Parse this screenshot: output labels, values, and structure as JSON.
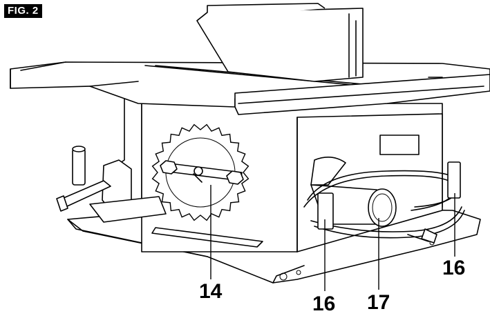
{
  "figure": {
    "label": "FIG. 2"
  },
  "callouts": [
    {
      "id": "c14",
      "text": "14"
    },
    {
      "id": "c16a",
      "text": "16"
    },
    {
      "id": "c17",
      "text": "17"
    },
    {
      "id": "c16b",
      "text": "16"
    }
  ]
}
